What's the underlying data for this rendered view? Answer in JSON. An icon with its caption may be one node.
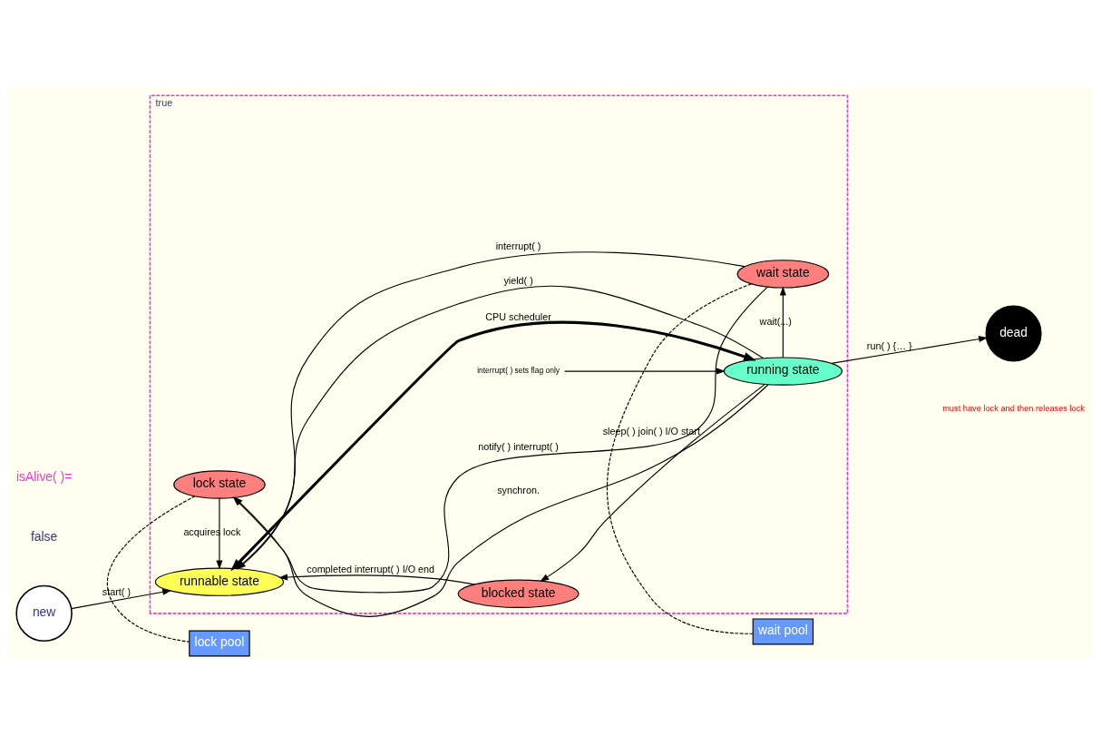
{
  "diagram": {
    "nodes": [
      {
        "text": [
          "true"
        ]
      },
      {
        "text": [
          "new"
        ]
      },
      {
        "text": [
          "blocked state"
        ],
        "in": 0
      },
      {
        "text": [
          "runnable state"
        ],
        "in": 0
      },
      {
        "text": [
          "running state"
        ],
        "in": 0
      },
      {
        "text": [
          "lock state"
        ],
        "in": 0
      },
      {
        "text": [
          "wait state"
        ],
        "in": 0
      },
      {
        "text": [
          "dead"
        ]
      },
      {
        "text": [
          "lock pool"
        ]
      },
      {
        "text": [
          "wait pool"
        ]
      },
      {
        "text": [
          "interrupt( ) sets flag only"
        ],
        "in": 0
      }
    ],
    "edges": [
      {
        "from": 1,
        "to": 3,
        "arrow": "to",
        "label": "start( )"
      },
      {
        "from": 2,
        "to": 3,
        "arrow": "to",
        "label": "completed interrupt( ) I/O end"
      },
      {
        "from": 4,
        "to": 2,
        "arrow": "to",
        "label": "sleep( ) join( ) I/O start"
      },
      {
        "from": 3,
        "to": 4,
        "arrow": "both",
        "label": "CPU scheduler",
        "style": "thick"
      },
      {
        "from": 4,
        "to": 3,
        "arrow": "to",
        "label": "yield( )"
      },
      {
        "from": 4,
        "to": 7,
        "arrow": "to",
        "label": "run( ) {… }"
      },
      {
        "from": 4,
        "to": 6,
        "arrow": "to",
        "label": "wait(...)"
      },
      {
        "from": 4,
        "to": 5,
        "arrow": "to",
        "label": "synchron."
      },
      {
        "from": 6,
        "to": 3,
        "arrow": "to",
        "label": "interrupt( )"
      },
      {
        "from": 6,
        "to": 5,
        "arrow": "to",
        "label": "notify( ) interrupt( )"
      },
      {
        "from": 5,
        "to": 3,
        "arrow": "to",
        "label": "acquires lock"
      },
      {
        "from": 5,
        "to": 8,
        "arrow": "none",
        "style": "dashed"
      },
      {
        "from": 6,
        "to": 9,
        "arrow": "none",
        "style": "dashed"
      },
      {
        "from": 10,
        "to": 4,
        "arrow": "to"
      }
    ],
    "labels": [
      "isAlive( )=",
      "false",
      "must have lock and then releases lock"
    ]
  }
}
